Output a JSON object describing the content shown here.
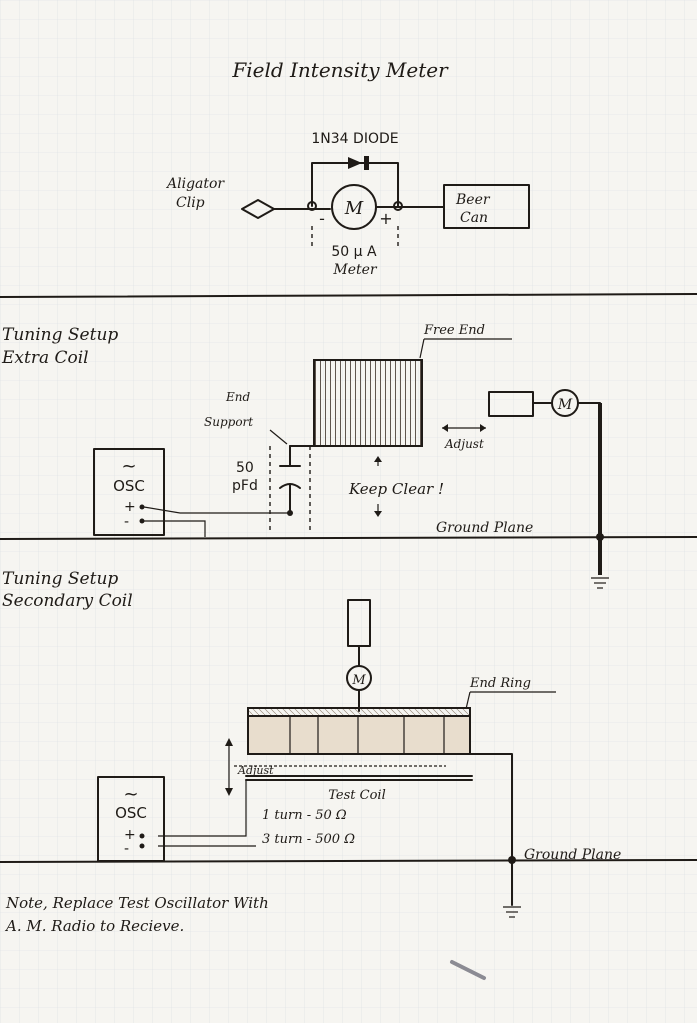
{
  "title": "Field Intensity Meter",
  "meter_section": {
    "diode_label": "1N34 DIODE",
    "clip_label_1": "Aligator",
    "clip_label_2": "Clip",
    "meter_symbol": "M",
    "minus": "-",
    "plus": "+",
    "meter_value": "50 µ A",
    "meter_label": "Meter",
    "can_label_1": "Beer",
    "can_label_2": "Can"
  },
  "extra_coil_section": {
    "heading_1": "Tuning Setup",
    "heading_2": "Extra Coil",
    "free_end": "Free End",
    "end_support_1": "End",
    "end_support_2": "Support",
    "cap_value_1": "50",
    "cap_value_2": "pFd",
    "keep_clear": "Keep Clear !",
    "adjust": "Adjust",
    "meter_symbol": "M",
    "osc_symbol": "~",
    "osc_label": "OSC",
    "plus": "+",
    "minus": "-",
    "ground_plane": "Ground Plane"
  },
  "secondary_coil_section": {
    "heading_1": "Tuning Setup",
    "heading_2": "Secondary Coil",
    "meter_symbol": "M",
    "end_ring": "End Ring",
    "adjust": "Adjust",
    "test_coil": "Test Coil",
    "turn_1": "1 turn - 50 Ω",
    "turn_2": "3 turn - 500 Ω",
    "osc_symbol": "~",
    "osc_label": "OSC",
    "plus": "+",
    "minus": "-",
    "ground_plane": "Ground Plane"
  },
  "note_line_1": "Note, Replace Test Oscillator With",
  "note_line_2": "A. M. Radio to Recieve."
}
